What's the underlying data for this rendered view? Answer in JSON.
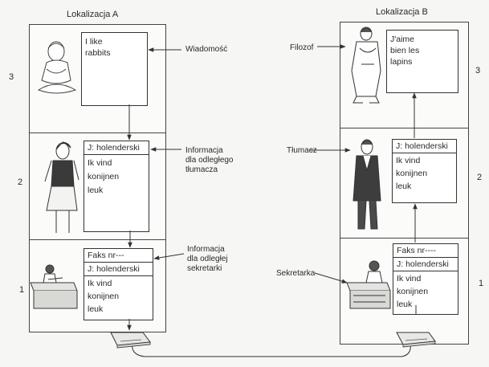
{
  "location_a": {
    "title": "Lokalizacja A",
    "levels": [
      "3",
      "2",
      "1"
    ],
    "box3": {
      "lines": [
        "I like",
        "rabbits"
      ]
    },
    "box2": {
      "header": "J: holenderski",
      "lines": [
        "Ik vind",
        "konijnen",
        "leuk"
      ]
    },
    "box1": {
      "header1": "Faks nr---",
      "header2": "J: holenderski",
      "lines": [
        "Ik vind",
        "konijnen",
        "leuk"
      ]
    }
  },
  "location_b": {
    "title": "Lokalizacja B",
    "levels": [
      "3",
      "2",
      "1"
    ],
    "box3": {
      "lines": [
        "J'aime",
        "bien les",
        "lapins"
      ]
    },
    "box2": {
      "header": "J: holenderski",
      "lines": [
        "Ik vind",
        "konijnen",
        "leuk"
      ]
    },
    "box1": {
      "header1": "Faks nr----",
      "header2": "J: holenderski",
      "lines": [
        "Ik vind",
        "konijnen",
        "leuk"
      ]
    }
  },
  "labels": {
    "message": "Wiadomość",
    "info_translator": [
      "Informacja",
      "dla odległego",
      "tłumacza"
    ],
    "info_secretary": [
      "Informacja",
      "dla odległej",
      "sekretarki"
    ],
    "philosopher": "Filozof",
    "translator": "Tłumacz",
    "secretary": "Sekretarka"
  },
  "colors": {
    "line": "#444444",
    "box_border": "#333333",
    "figure": "#555555"
  }
}
